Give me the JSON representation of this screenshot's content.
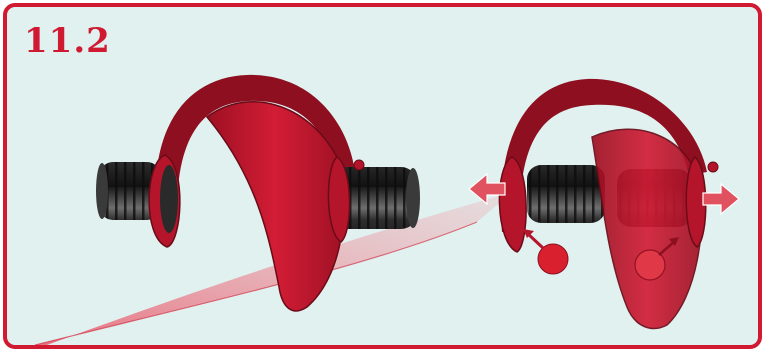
{
  "step": {
    "label": "11.2"
  },
  "colors": {
    "frame": "#d01a32",
    "background": "#e0f1f0",
    "saddle": "#c8192f",
    "saddle_dark": "#7d0d1c",
    "roller": "#2b2b2b",
    "roller_highlight": "#8a8a8a",
    "marker": "#d8202f"
  },
  "icons": {
    "left_assembly": "saddle-with-continuous-roller",
    "right_assembly": "saddle-with-separated-rollers",
    "arrows": "outward-direction-arrows",
    "markers": "circle-arrow-markers"
  }
}
